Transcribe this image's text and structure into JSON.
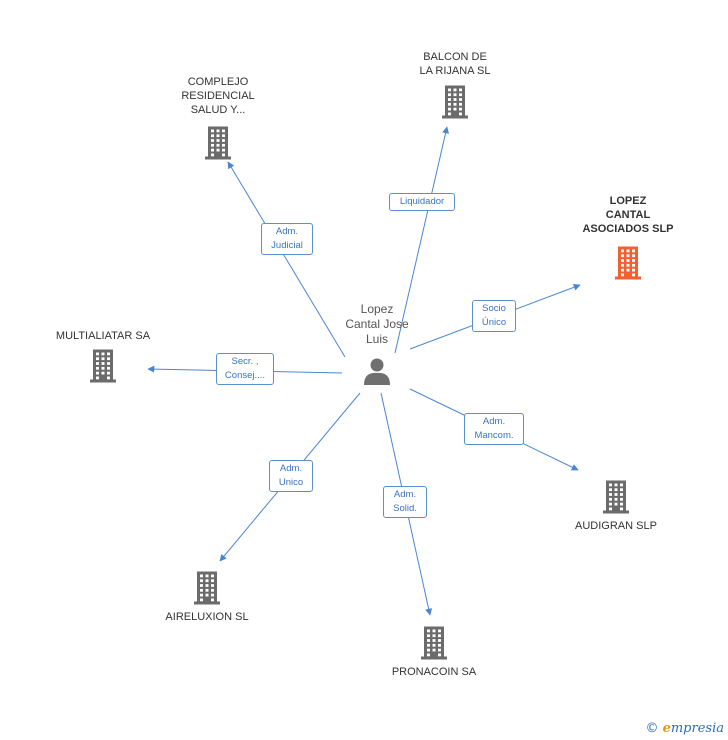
{
  "center": {
    "name": "Lopez\nCantal Jose\nLuis"
  },
  "companies": [
    {
      "id": "complejo",
      "name": "COMPLEJO\nRESIDENCIAL\nSALUD Y...",
      "focus": false
    },
    {
      "id": "balcon",
      "name": "BALCON DE\nLA RIJANA SL",
      "focus": false
    },
    {
      "id": "lopez",
      "name": "LOPEZ\nCANTAL\nASOCIADOS SLP",
      "focus": true
    },
    {
      "id": "multialiatar",
      "name": "MULTIALIATAR SA",
      "focus": false
    },
    {
      "id": "audigran",
      "name": "AUDIGRAN SLP",
      "focus": false
    },
    {
      "id": "aireluxion",
      "name": "AIRELUXION SL",
      "focus": false
    },
    {
      "id": "pronacoin",
      "name": "PRONACOIN SA",
      "focus": false
    }
  ],
  "relations": [
    {
      "target": "complejo",
      "label": "Adm.\nJudicial"
    },
    {
      "target": "balcon",
      "label": "Liquidador"
    },
    {
      "target": "lopez",
      "label": "Socio\nÚnico"
    },
    {
      "target": "multialiatar",
      "label": "Secr. ,\nConsej...."
    },
    {
      "target": "audigran",
      "label": "Adm.\nMancom."
    },
    {
      "target": "aireluxion",
      "label": "Adm.\nUnico"
    },
    {
      "target": "pronacoin",
      "label": "Adm.\nSolid."
    }
  ],
  "colors": {
    "edge": "#4a86d0",
    "building": "#6b6b6b",
    "building_focus": "#f06030",
    "person": "#707070"
  },
  "footer": {
    "copyright": "©",
    "brand_e": "e",
    "brand_rest": "mpresia"
  }
}
